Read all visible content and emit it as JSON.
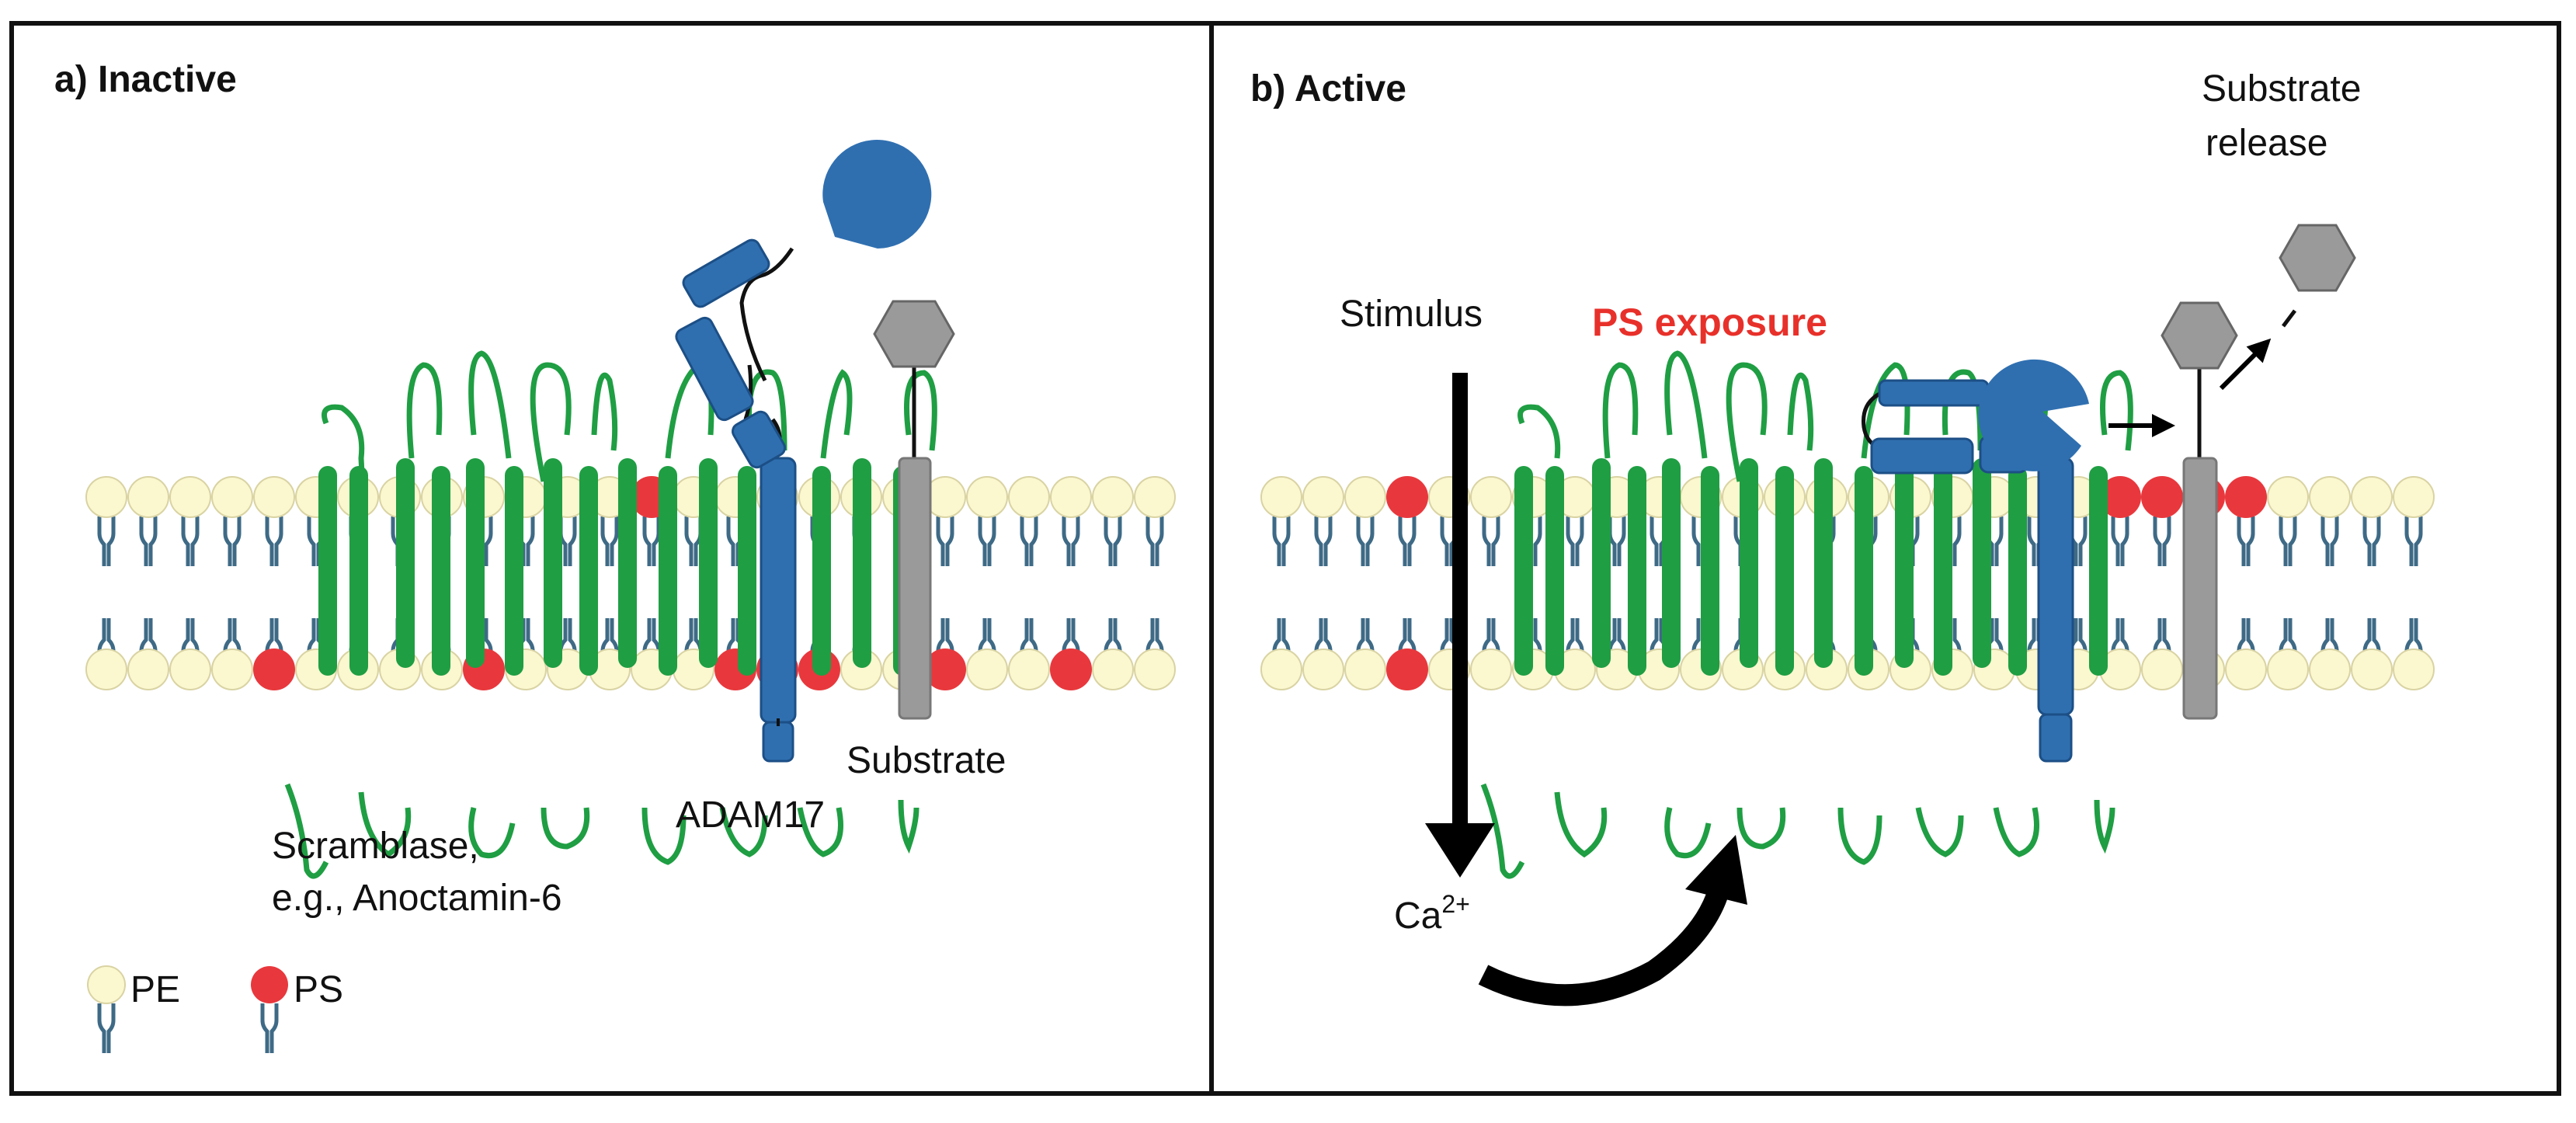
{
  "panels": {
    "inactive": {
      "title": "a) Inactive",
      "scramblase_label_line1": "Scramblase,",
      "scramblase_label_line2": "e.g., Anoctamin-6",
      "adam17_label": "ADAM17",
      "substrate_label": "Substrate"
    },
    "active": {
      "title": "b) Active",
      "stimulus_label": "Stimulus",
      "ps_exposure_label": "PS exposure",
      "calcium_label": "Ca",
      "calcium_superscript": "2+",
      "release_label_line1": "Substrate",
      "release_label_line2": "release"
    }
  },
  "legend": {
    "pe_label": "PE",
    "ps_label": "PS"
  },
  "colors": {
    "pe": "#fbf7cf",
    "ps": "#e8383d",
    "lipid_tail": "#3e6a86",
    "scramblase": "#1f9e43",
    "adam17": "#2f6fb0",
    "substrate": "#9a9a9a",
    "highlight_text": "#e8302a"
  },
  "icons": {
    "pe": "yellow-circle-head-with-tails",
    "ps": "red-circle-head-with-tails",
    "protease": "pacman-shape",
    "substrate_head": "hexagon"
  }
}
